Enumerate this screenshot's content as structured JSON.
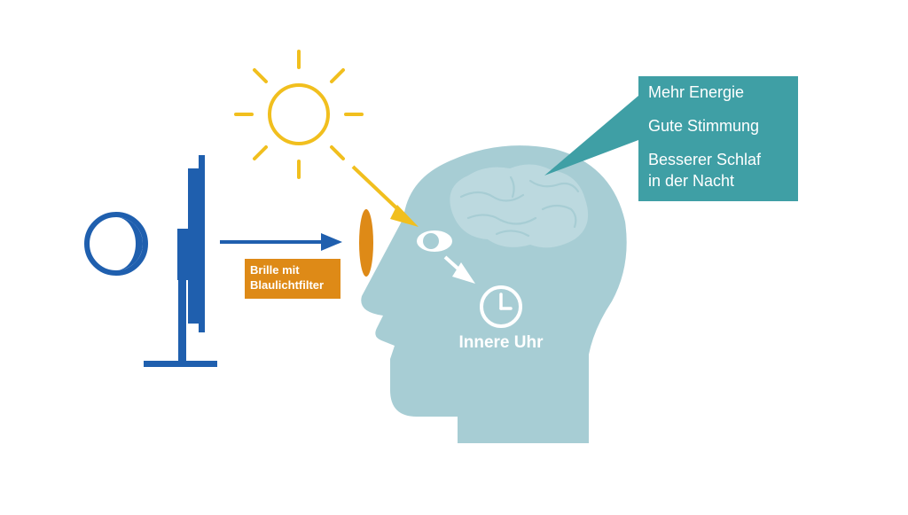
{
  "colors": {
    "head": "#a7cdd4",
    "brain": "#bcd9df",
    "teal": "#3f9fa5",
    "sun": "#f1bf1e",
    "blue": "#1f5fae",
    "orange": "#de8a17",
    "white": "#ffffff"
  },
  "benefits": {
    "items": [
      "Mehr Energie",
      "Gute Stimmung",
      "Besserer Schlaf in der Nacht"
    ]
  },
  "filter": {
    "label_line1": "Brille mit",
    "label_line2": "Blaulichtfilter"
  },
  "clock": {
    "label": "Innere Uhr"
  },
  "icons": {
    "sun": "sun-icon",
    "moon": "moon-icon",
    "clock": "clock-icon",
    "eye": "eye-icon",
    "brain": "brain-icon",
    "screen": "monitor-icon",
    "lens": "lens-icon"
  }
}
